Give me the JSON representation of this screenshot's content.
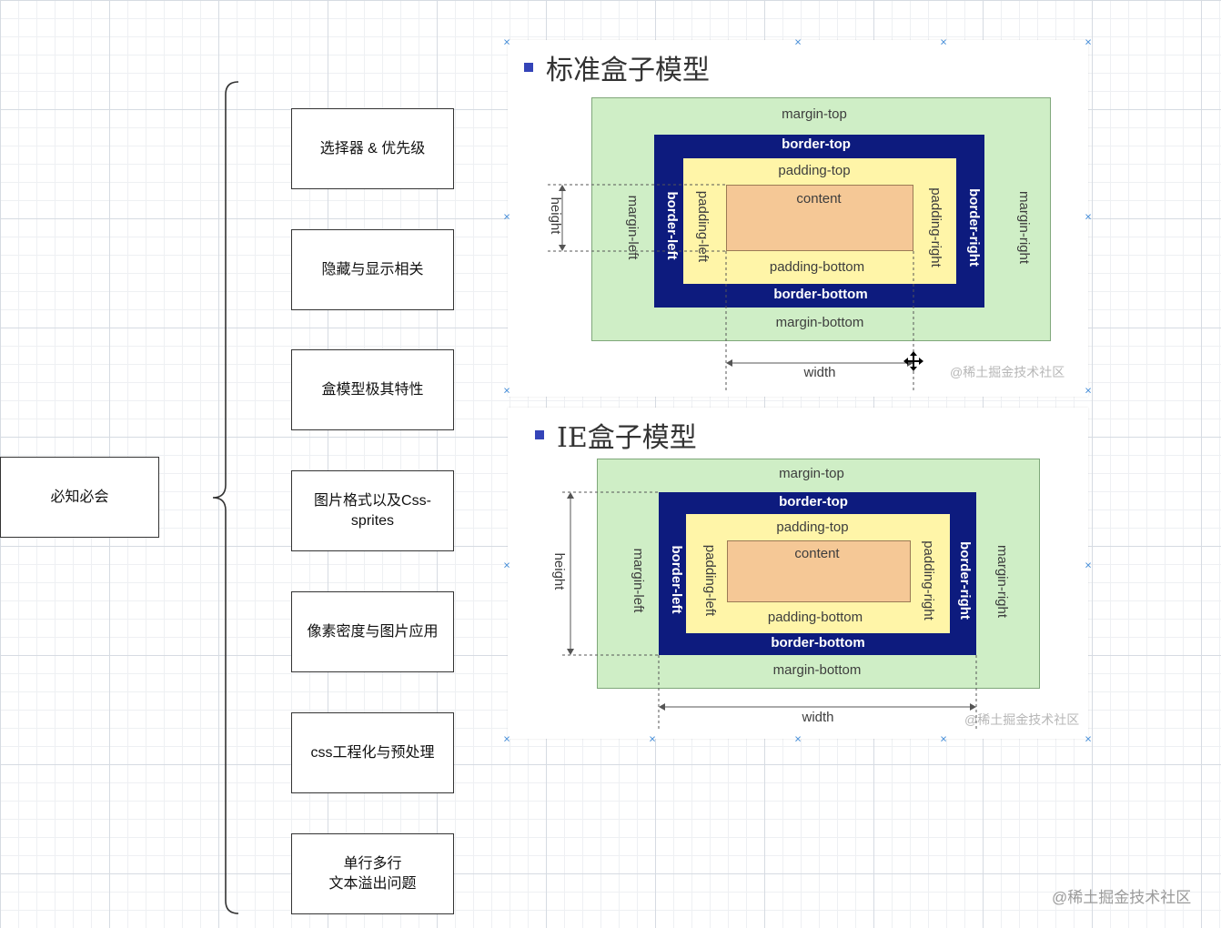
{
  "mindmap": {
    "root": "必知必会",
    "children": [
      "选择器 & 优先级",
      "隐藏与显示相关",
      "盒模型极其特性",
      "图片格式以及Css-\nsprites",
      "像素密度与图片应用",
      "css工程化与预处理",
      "单行多行\n文本溢出问题"
    ]
  },
  "standard_box": {
    "title": "标准盒子模型",
    "margin_top": "margin-top",
    "margin_bottom": "margin-bottom",
    "margin_left": "margin-left",
    "margin_right": "margin-right",
    "border_top": "border-top",
    "border_bottom": "border-bottom",
    "border_left": "border-left",
    "border_right": "border-right",
    "padding_top": "padding-top",
    "padding_bottom": "padding-bottom",
    "padding_left": "padding-left",
    "padding_right": "padding-right",
    "content": "content",
    "height": "height",
    "width": "width",
    "watermark": "@稀土掘金技术社区"
  },
  "ie_box": {
    "title": "IE盒子模型",
    "margin_top": "margin-top",
    "margin_bottom": "margin-bottom",
    "margin_left": "margin-left",
    "margin_right": "margin-right",
    "border_top": "border-top",
    "border_bottom": "border-bottom",
    "border_left": "border-left",
    "border_right": "border-right",
    "padding_top": "padding-top",
    "padding_bottom": "padding-bottom",
    "padding_left": "padding-left",
    "padding_right": "padding-right",
    "content": "content",
    "height": "height",
    "width": "width",
    "watermark": "@稀土掘金技术社区"
  },
  "footer_watermark": "@稀土掘金技术社区",
  "colors": {
    "margin": "#cfeec6",
    "border": "#0d1b7e",
    "padding": "#fff5a8",
    "content": "#f5c896",
    "handle": "#4a90d9"
  },
  "icons": {
    "title_bullet": "square-bullet-icon",
    "cursor": "move-cursor-icon",
    "handles": "selection-handle-icon"
  }
}
